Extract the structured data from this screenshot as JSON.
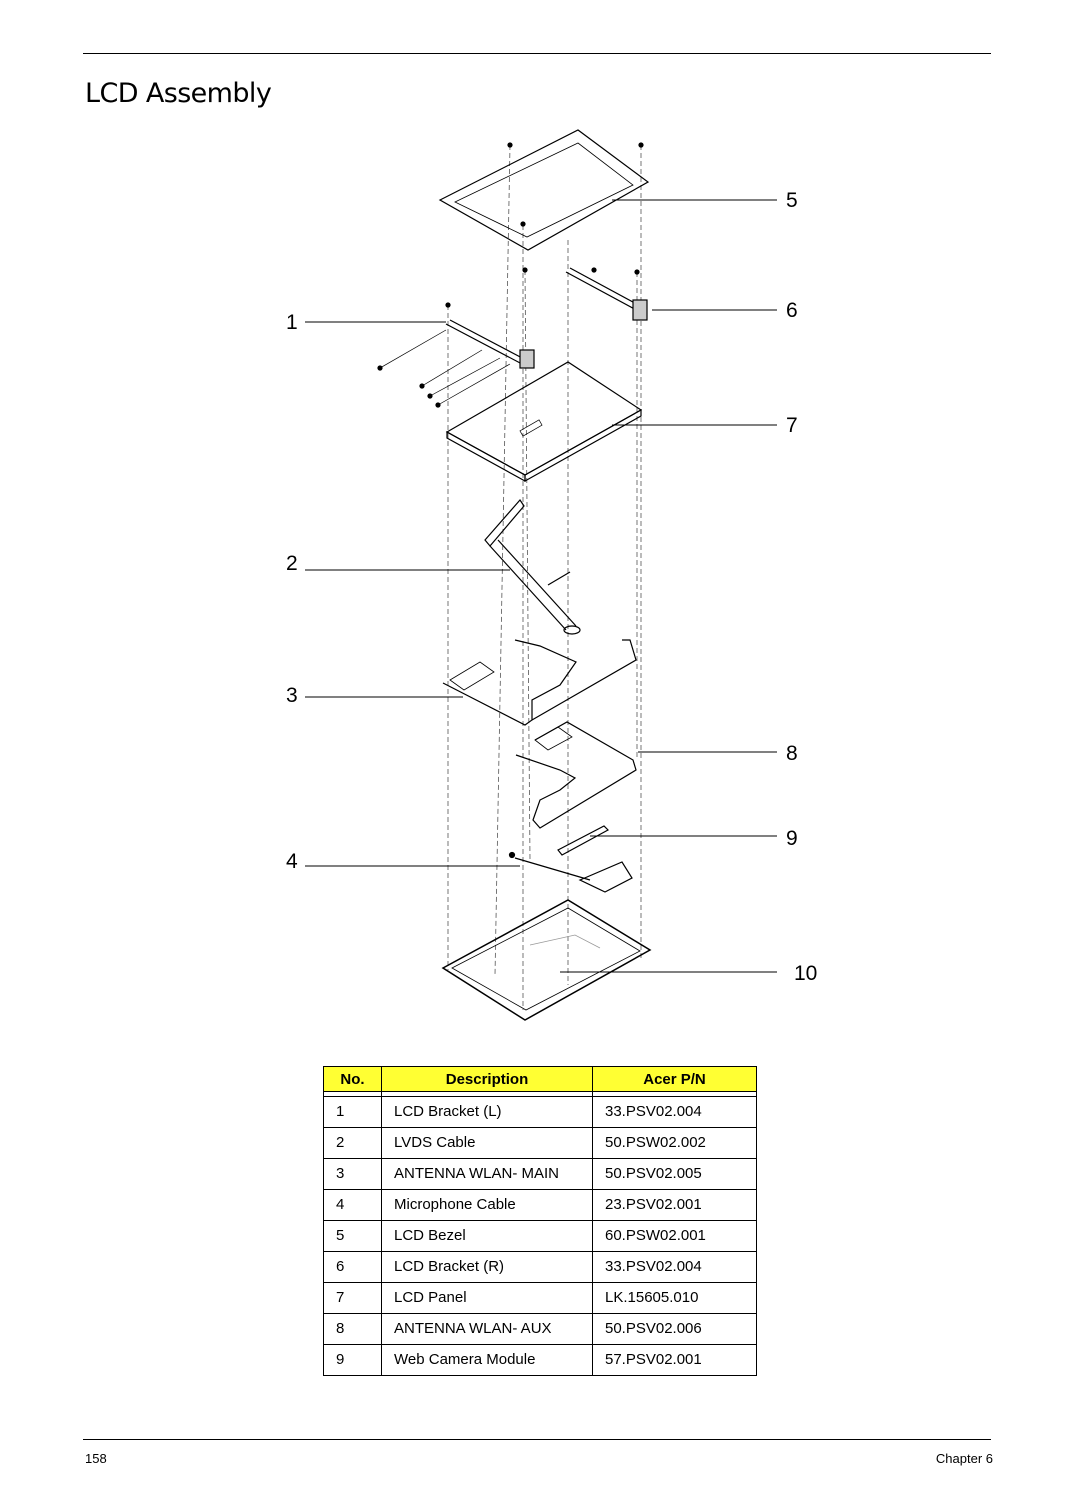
{
  "header": {
    "title": "LCD Assembly"
  },
  "callouts": [
    "1",
    "2",
    "3",
    "4",
    "5",
    "6",
    "7",
    "8",
    "9",
    "10"
  ],
  "table": {
    "headers": {
      "no": "No.",
      "description": "Description",
      "part": "Acer P/N"
    },
    "header_color": "#ffff33",
    "rows": [
      {
        "no": "1",
        "description": "LCD Bracket (L)",
        "part": "33.PSV02.004"
      },
      {
        "no": "2",
        "description": "LVDS Cable",
        "part": "50.PSW02.002"
      },
      {
        "no": "3",
        "description": "ANTENNA WLAN- MAIN",
        "part": "50.PSV02.005"
      },
      {
        "no": "4",
        "description": "Microphone Cable",
        "part": "23.PSV02.001"
      },
      {
        "no": "5",
        "description": "LCD Bezel",
        "part": "60.PSW02.001"
      },
      {
        "no": "6",
        "description": "LCD Bracket (R)",
        "part": "33.PSV02.004"
      },
      {
        "no": "7",
        "description": "LCD Panel",
        "part": "LK.15605.010"
      },
      {
        "no": "8",
        "description": "ANTENNA WLAN- AUX",
        "part": "50.PSV02.006"
      },
      {
        "no": "9",
        "description": "Web Camera Module",
        "part": "57.PSV02.001"
      }
    ]
  },
  "footer": {
    "page_number": "158",
    "chapter": "Chapter 6"
  }
}
